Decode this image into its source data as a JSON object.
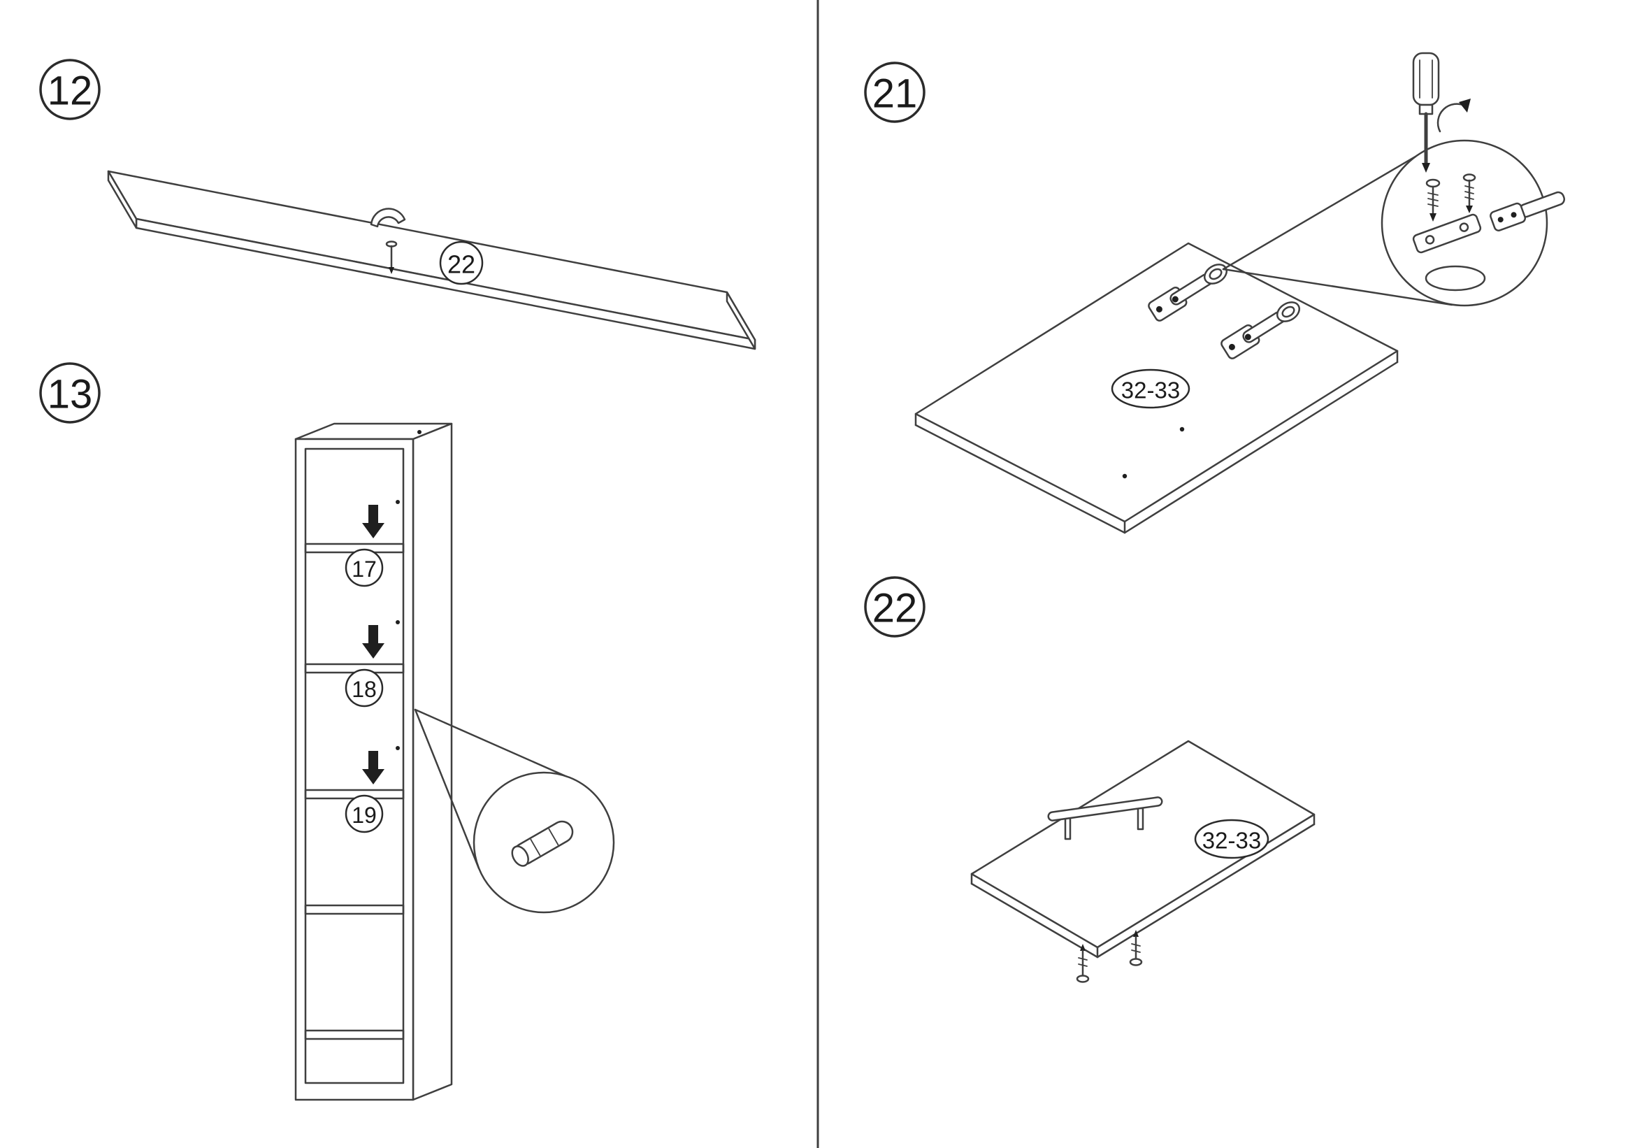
{
  "page": {
    "background_color": "#ffffff",
    "line_color": "#3f3f3f",
    "text_color": "#1a1a1a"
  },
  "steps": {
    "s12": {
      "number": "12",
      "part_label": "22"
    },
    "s13": {
      "number": "13",
      "shelf_labels": [
        "17",
        "18",
        "19"
      ]
    },
    "s21": {
      "number": "21",
      "part_label": "32-33"
    },
    "s22": {
      "number": "22",
      "part_label": "32-33"
    }
  }
}
